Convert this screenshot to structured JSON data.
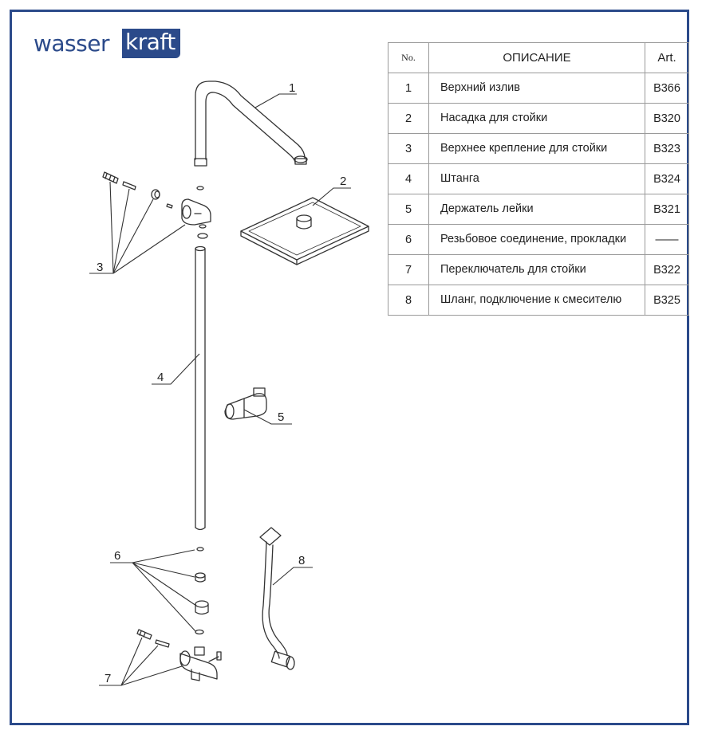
{
  "brand": {
    "part1": "wasser",
    "part2": "kraft"
  },
  "table": {
    "headers": {
      "no": "No.",
      "desc": "ОПИСАНИЕ",
      "art": "Art."
    },
    "rows": [
      {
        "no": "1",
        "desc": "Верхний излив",
        "art": "B366"
      },
      {
        "no": "2",
        "desc": "Насадка для стойки",
        "art": "B320"
      },
      {
        "no": "3",
        "desc": "Верхнее крепление для стойки",
        "art": "B323"
      },
      {
        "no": "4",
        "desc": "Штанга",
        "art": "B324"
      },
      {
        "no": "5",
        "desc": "Держатель лейки",
        "art": "B321"
      },
      {
        "no": "6",
        "desc": "Резьбовое соединение, прокладки",
        "art": "——"
      },
      {
        "no": "7",
        "desc": "Переключатель для стойки",
        "art": "B322"
      },
      {
        "no": "8",
        "desc": "Шланг, подключение к смесителю",
        "art": "B325"
      }
    ]
  },
  "callouts": [
    "1",
    "2",
    "3",
    "4",
    "5",
    "6",
    "7",
    "8"
  ],
  "colors": {
    "frame": "#2b4a8a",
    "brand": "#2b4a8a",
    "line": "#333333"
  }
}
